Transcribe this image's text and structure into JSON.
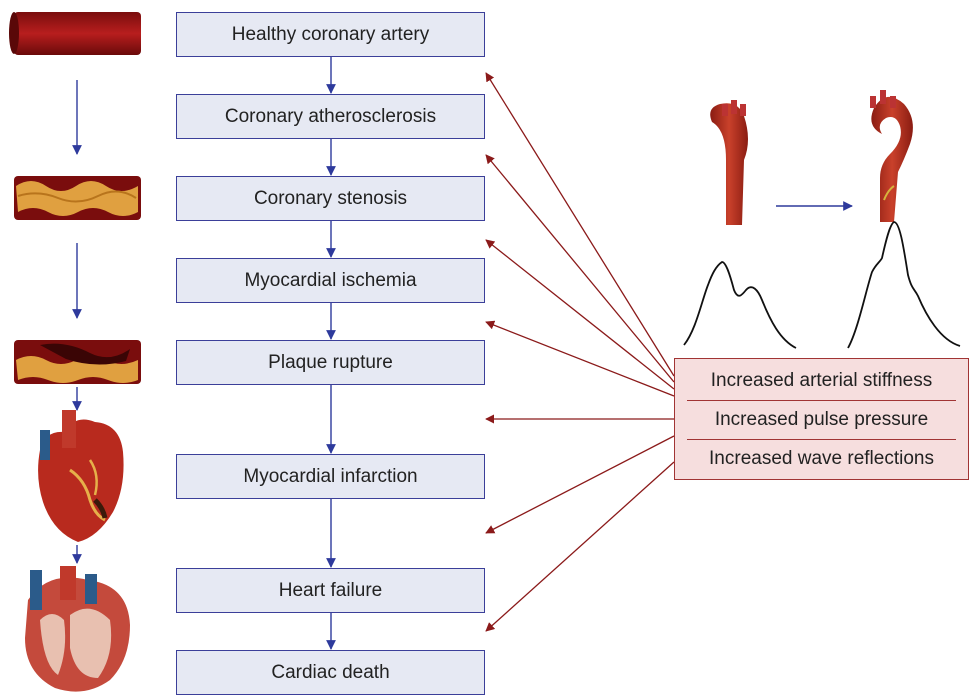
{
  "flow": {
    "steps": [
      "Healthy coronary artery",
      "Coronary atherosclerosis",
      "Coronary stenosis",
      "Myocardial ischemia",
      "Plaque rupture",
      "Myocardial infarction",
      "Heart failure",
      "Cardiac death"
    ]
  },
  "effects": {
    "items": [
      "Increased arterial stiffness",
      "Increased pulse pressure",
      "Increased wave reflections"
    ]
  },
  "colors": {
    "flow_arrow": "#2e3a9c",
    "effect_arrow": "#8b1a1a",
    "box_fill": "#e6e9f3",
    "effects_fill": "#f6dede"
  },
  "illustrations": [
    "healthy-artery-icon",
    "atherosclerotic-artery-icon",
    "ruptured-plaque-artery-icon",
    "infarcted-heart-icon",
    "failing-heart-icon",
    "normal-aorta-icon",
    "stiff-aorta-icon",
    "normal-pressure-waveform-icon",
    "stiff-pressure-waveform-icon"
  ]
}
